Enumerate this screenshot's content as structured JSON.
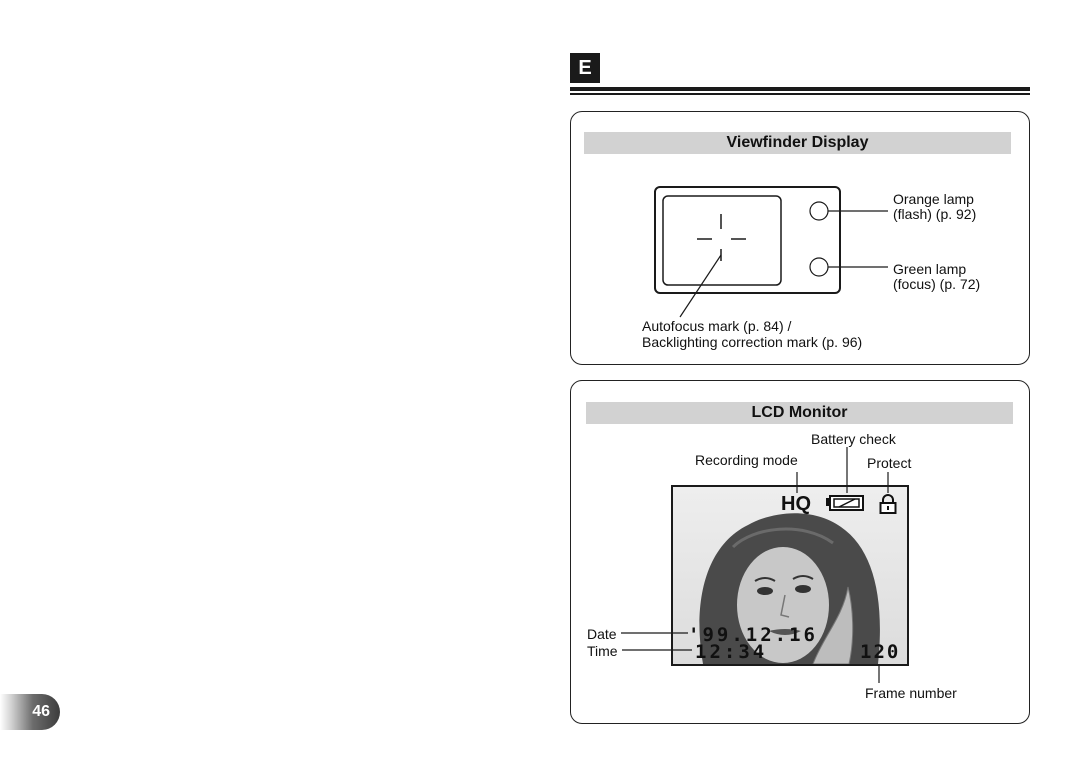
{
  "section_tab": "E",
  "page_number": "46",
  "viewfinder": {
    "title": "Viewfinder Display",
    "orange_lamp": [
      "Orange lamp",
      "(flash) (p. 92)"
    ],
    "green_lamp": [
      "Green lamp",
      "(focus) (p. 72)"
    ],
    "autofocus": [
      "Autofocus mark (p. 84) /",
      "Backlighting correction mark (p. 96)"
    ]
  },
  "lcd": {
    "title": "LCD Monitor",
    "battery_check": "Battery check",
    "recording_mode": "Recording mode",
    "protect": "Protect",
    "date_label": "Date",
    "time_label": "Time",
    "frame_number_label": "Frame number",
    "screen": {
      "mode": "HQ",
      "date": "'99.12.16",
      "time": "12:34",
      "frames": "120"
    }
  }
}
